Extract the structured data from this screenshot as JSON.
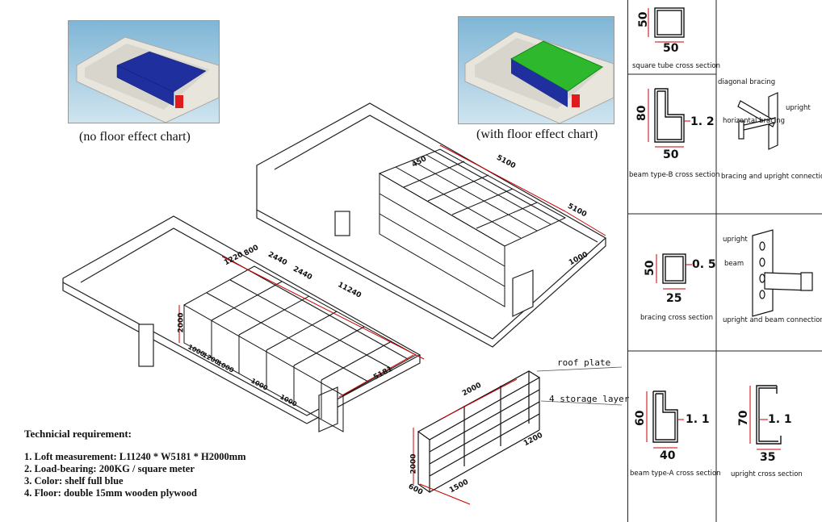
{
  "captions": {
    "no_floor": "(no floor effect chart)",
    "with_floor": "(with floor effect chart)"
  },
  "requirements": {
    "title": "Technicial requirement:",
    "items": [
      "1. Loft measurement: L11240 * W5181 * H2000mm",
      "2. Load-bearing: 200KG / square meter",
      "3. Color: shelf full blue",
      "4. Floor: double 15mm wooden plywood"
    ]
  },
  "drawing_labels": {
    "roof_plate": "roof plate",
    "storage_layers": "4 storage layer"
  },
  "dimensions": {
    "right_plan": [
      "450",
      "5100",
      "5100",
      "1000"
    ],
    "left_plan": [
      "1220",
      "800",
      "2440",
      "2440",
      "11240",
      "5181",
      "2000",
      "1000",
      "1200",
      "1000",
      "1000",
      "1000"
    ],
    "shelf": [
      "2000",
      "2000",
      "1200",
      "1500",
      "600"
    ]
  },
  "sections": {
    "square_tube": {
      "label": "square tube cross section",
      "w": "50",
      "h": "50"
    },
    "beam_b": {
      "label": "beam type-B cross section",
      "w": "50",
      "h": "80",
      "t": "1. 2"
    },
    "bracing_conn": {
      "label": "bracing and upright connection",
      "diagonal": "diagonal bracing",
      "horizontal": "horizontal bracing",
      "upright": "upright"
    },
    "bracing": {
      "label": "bracing cross section",
      "w": "25",
      "h": "50",
      "t": "0. 5"
    },
    "upright_beam_conn": {
      "label": "upright and beam connection",
      "upright": "upright",
      "beam": "beam"
    },
    "beam_a": {
      "label": "beam type-A cross section",
      "w": "40",
      "h": "60",
      "t": "1. 1"
    },
    "upright": {
      "label": "upright cross section",
      "w": "35",
      "h": "70",
      "t": "1. 1"
    }
  },
  "colors": {
    "rack_blue": "#1f2f9e",
    "floor_green": "#2eb82e",
    "dim_red": "#cc0000",
    "wall": "#ecebe4"
  }
}
